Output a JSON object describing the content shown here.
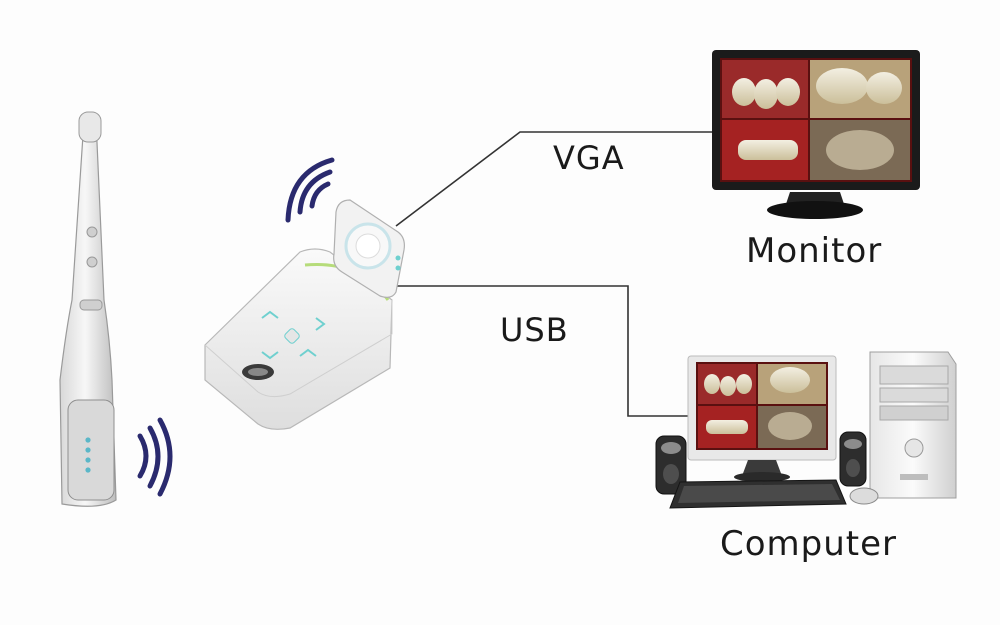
{
  "labels": {
    "vga": "VGA",
    "usb": "USB",
    "monitor": "Monitor",
    "computer": "Computer"
  },
  "colors": {
    "wireless_waves": "#2a2a6e",
    "connector_line": "#333333",
    "device_body": "#eeeeee",
    "accent_green": "#b6dc7a",
    "accent_cyan": "#6fd0cf"
  },
  "icons": [
    "intraoral-camera-icon",
    "wireless-receiver-icon",
    "monitor-icon",
    "computer-icon",
    "speaker-icon",
    "keyboard-icon",
    "mouse-icon",
    "wireless-wave-icon"
  ]
}
